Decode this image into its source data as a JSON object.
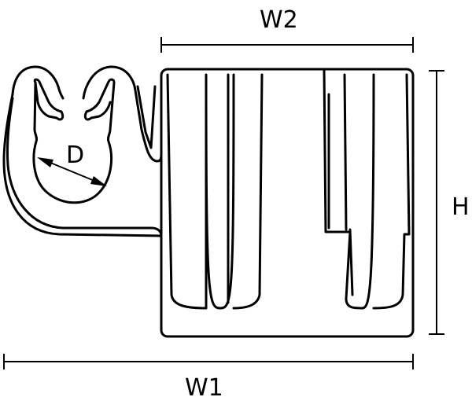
{
  "labels": {
    "w2": "W2",
    "h": "H",
    "w1": "W1",
    "d": "D"
  },
  "colors": {
    "line": "#000000",
    "background": "#ffffff"
  }
}
